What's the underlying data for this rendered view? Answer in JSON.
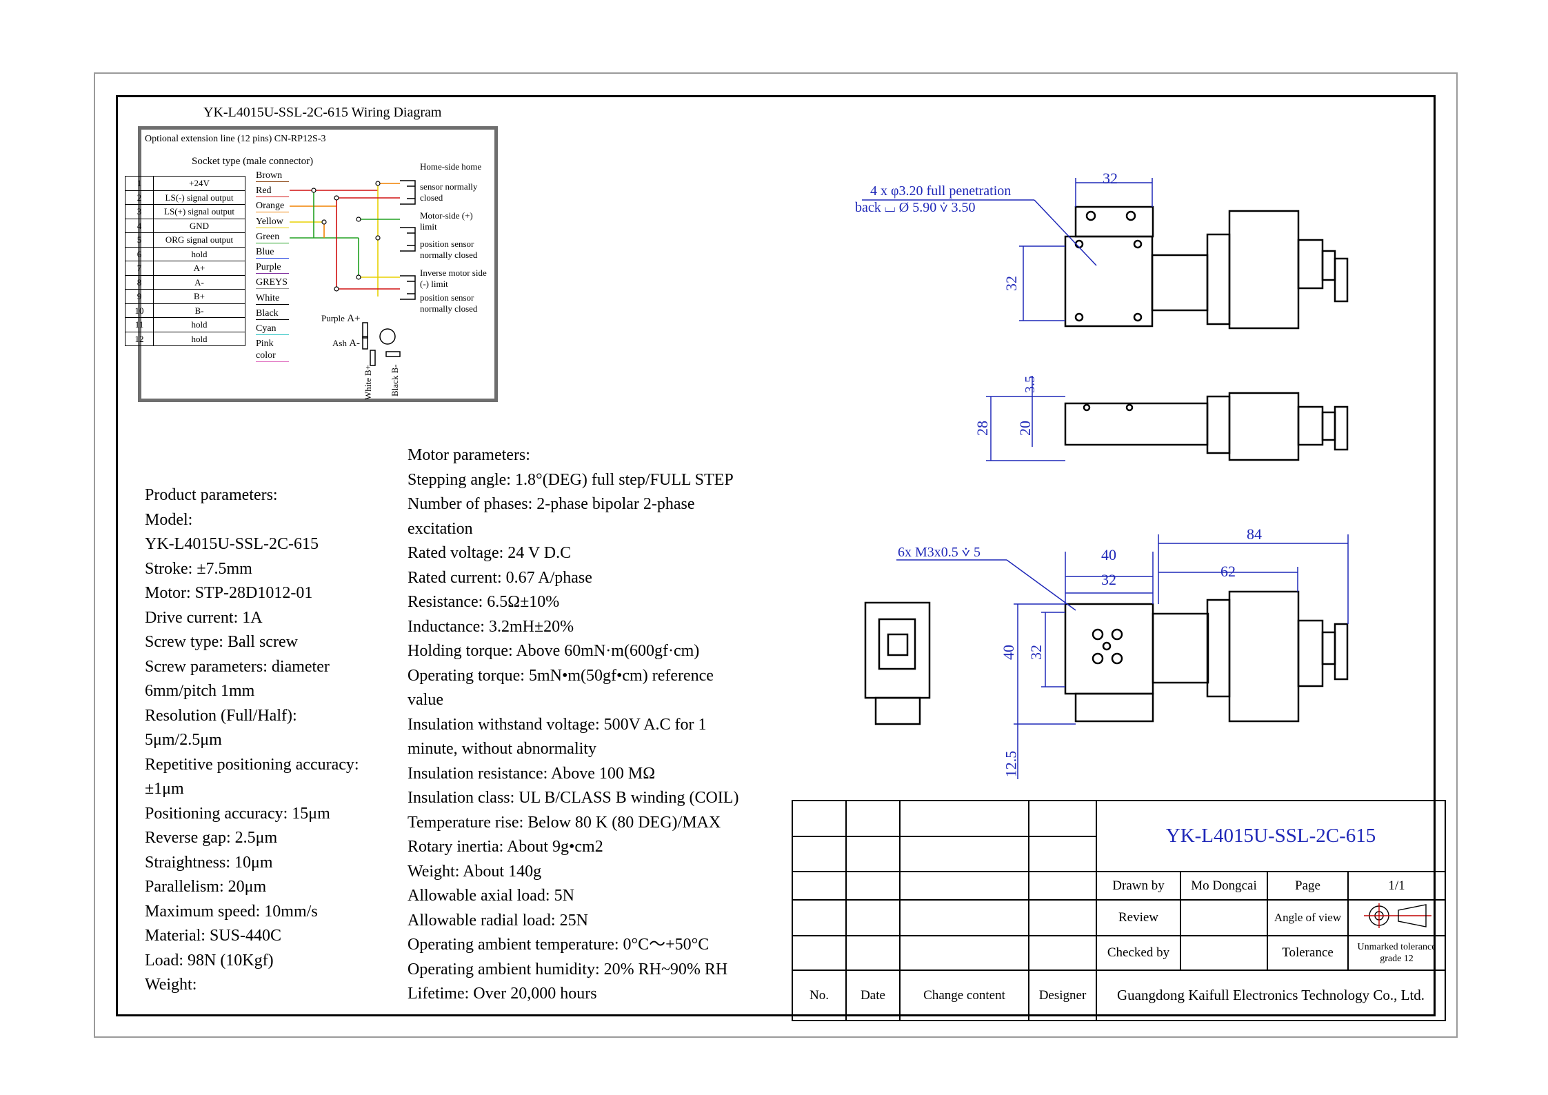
{
  "wiring": {
    "title": "YK-L4015U-SSL-2C-615 Wiring Diagram",
    "extension_line": "Optional extension line (12 pins) CN-RP12S-3",
    "socket_type": "Socket type (male connector)",
    "pins": [
      {
        "n": "1",
        "signal": "+24V",
        "color": "Brown",
        "wire_color": "#8b4513"
      },
      {
        "n": "2",
        "signal": "LS(-) signal output",
        "color": "Red",
        "wire_color": "#d01010"
      },
      {
        "n": "3",
        "signal": "LS(+) signal output",
        "color": "Orange",
        "wire_color": "#f08000"
      },
      {
        "n": "4",
        "signal": "GND",
        "color": "Yellow",
        "wire_color": "#e8d000"
      },
      {
        "n": "5",
        "signal": "ORG signal output",
        "color": "Green",
        "wire_color": "#20a020"
      },
      {
        "n": "6",
        "signal": "hold",
        "color": "Blue",
        "wire_color": "#2040e0"
      },
      {
        "n": "7",
        "signal": "A+",
        "color": "Purple",
        "wire_color": "#8030a0"
      },
      {
        "n": "8",
        "signal": "A-",
        "color": "GREYS",
        "wire_color": "#909090"
      },
      {
        "n": "9",
        "signal": "B+",
        "color": "White",
        "wire_color": "#000000"
      },
      {
        "n": "10",
        "signal": "B-",
        "color": "Black",
        "wire_color": "#000000"
      },
      {
        "n": "11",
        "signal": "hold",
        "color": "Cyan",
        "wire_color": "#20c0c0"
      },
      {
        "n": "12",
        "signal": "hold",
        "color": "Pink color",
        "wire_color": "#e070c0"
      }
    ],
    "sensor_labels": [
      "Home-side home",
      "sensor normally",
      "closed",
      "Motor-side (+)",
      "limit",
      "position sensor",
      "normally closed",
      "Inverse motor side",
      "(-) limit",
      "position sensor",
      "normally closed"
    ],
    "motor_labels": {
      "purple": "Purple",
      "a_plus": "A+",
      "ash": "Ash",
      "a_minus": "A-",
      "white": "White",
      "b_plus": "B+",
      "black": "Black",
      "b_minus": "B-"
    }
  },
  "product": {
    "lines": [
      "Product parameters:",
      "Model:",
      "YK-L4015U-SSL-2C-615",
      "Stroke: ±7.5mm",
      "Motor: STP-28D1012-01",
      "Drive current: 1A",
      "Screw type: Ball screw",
      "Screw parameters: diameter",
      "6mm/pitch 1mm",
      "Resolution (Full/Half):",
      "5μm/2.5μm",
      "Repetitive positioning accuracy:",
      "±1μm",
      "Positioning accuracy: 15μm",
      "Reverse gap: 2.5μm",
      "Straightness: 10μm",
      "Parallelism: 20μm",
      "Maximum speed: 10mm/s",
      "Material: SUS-440C",
      "Load: 98N (10Kgf)",
      "Weight:"
    ]
  },
  "motor": {
    "lines": [
      "Motor parameters:",
      "Stepping angle: 1.8°(DEG) full step/FULL STEP",
      "Number of phases: 2-phase bipolar 2-phase",
      "excitation",
      "Rated voltage: 24 V D.C",
      "Rated current: 0.67 A/phase",
      "Resistance: 6.5Ω±10%",
      "Inductance: 3.2mH±20%",
      "Holding torque: Above 60mN·m(600gf·cm)",
      "Operating torque: 5mN•m(50gf•cm) reference",
      "value",
      "Insulation withstand voltage: 500V A.C for 1",
      "minute, without abnormality",
      "Insulation resistance: Above 100 MΩ",
      "Insulation class: UL B/CLASS B winding (COIL)",
      "Temperature rise: Below 80 K (80 DEG)/MAX",
      "Rotary inertia: About 9g•cm2",
      "Weight: About 140g",
      "Allowable axial load: 5N",
      "Allowable radial load: 25N",
      "Operating ambient temperature: 0°C～+50°C",
      "Operating ambient humidity: 20% RH~90% RH",
      "Lifetime: Over 20,000 hours"
    ]
  },
  "drawing": {
    "hole_note_1": "4 x φ3.20 full penetration",
    "hole_note_2": "back ⌴ Ø 5.90 ⩒ 3.50",
    "thread_note": "6x M3x0.5 ⩒ 5",
    "dims": {
      "top_w": "32",
      "top_h": "32",
      "side_35": "3.5",
      "side_28": "28",
      "side_20": "20",
      "front_40w": "40",
      "front_32w": "32",
      "front_84": "84",
      "front_62": "62",
      "front_40h": "40",
      "front_32h": "32",
      "front_125": "12.5"
    }
  },
  "title_block": {
    "part_number": "YK-L4015U-SSL-2C-615",
    "drawn_by_label": "Drawn by",
    "drawn_by": "Mo Dongcai",
    "page_label": "Page",
    "page": "1/1",
    "review_label": "Review",
    "angle_label": "Angle of view",
    "checked_label": "Checked by",
    "tolerance_label": "Tolerance",
    "tolerance": "Unmarked tolerance grade 12",
    "no_label": "No.",
    "date_label": "Date",
    "change_label": "Change content",
    "designer_label": "Designer",
    "company": "Guangdong Kaifull Electronics Technology Co., Ltd.",
    "accent": "#1f28b8"
  }
}
